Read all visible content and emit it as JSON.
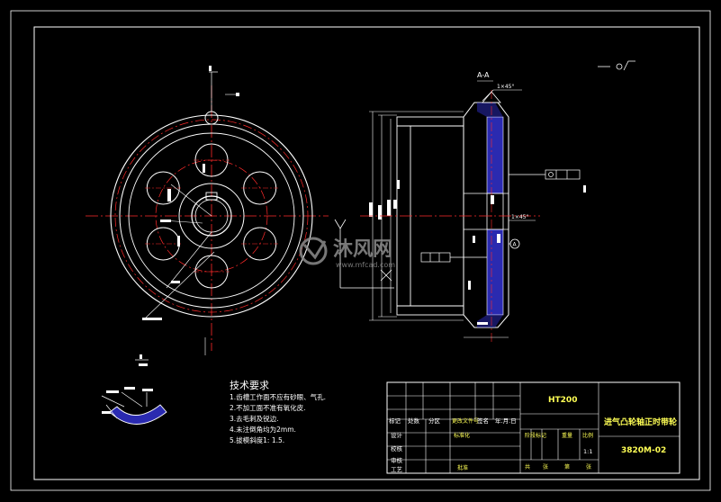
{
  "section_label": "A-A",
  "chamfer_top": "1×45°",
  "chamfer_mid": "1×45°",
  "balloon_letter": "A",
  "requirements": {
    "title": "技术要求",
    "items": [
      "1.齿槽工作面不应有砂眼、气孔.",
      "2.不加工面不准有氧化皮.",
      "3.去毛刺及锐边.",
      "4.未注倒角均为2mm.",
      "5.拔模斜度1: 1.5."
    ]
  },
  "title_block": {
    "material": "HT200",
    "part_name": "进气凸轮轴正时带轮",
    "drawing_no": "3820M-02",
    "scale_value": "1:1",
    "header_cells": [
      "标记",
      "处数",
      "分区",
      "更改文件号",
      "签名",
      "年.月.日"
    ],
    "row_labels": [
      "设计",
      "校核",
      "审核",
      "工艺"
    ],
    "mid_labels": [
      "标准化",
      "批准"
    ],
    "stage_label": "阶段标记",
    "weight_label": "重量",
    "scale_label": "比例",
    "sheet_labels": [
      "共",
      "张",
      "第",
      "张"
    ]
  },
  "watermark": {
    "brand": "沐风网",
    "url": "www.mfcad.com"
  },
  "colors": {
    "background": "#000000",
    "outline": "#ffffff",
    "centerline": "#ff2a2a",
    "hatch": "#2a2ab0",
    "dimension": "#ffffff",
    "titleblock_text": "#ffff55"
  }
}
